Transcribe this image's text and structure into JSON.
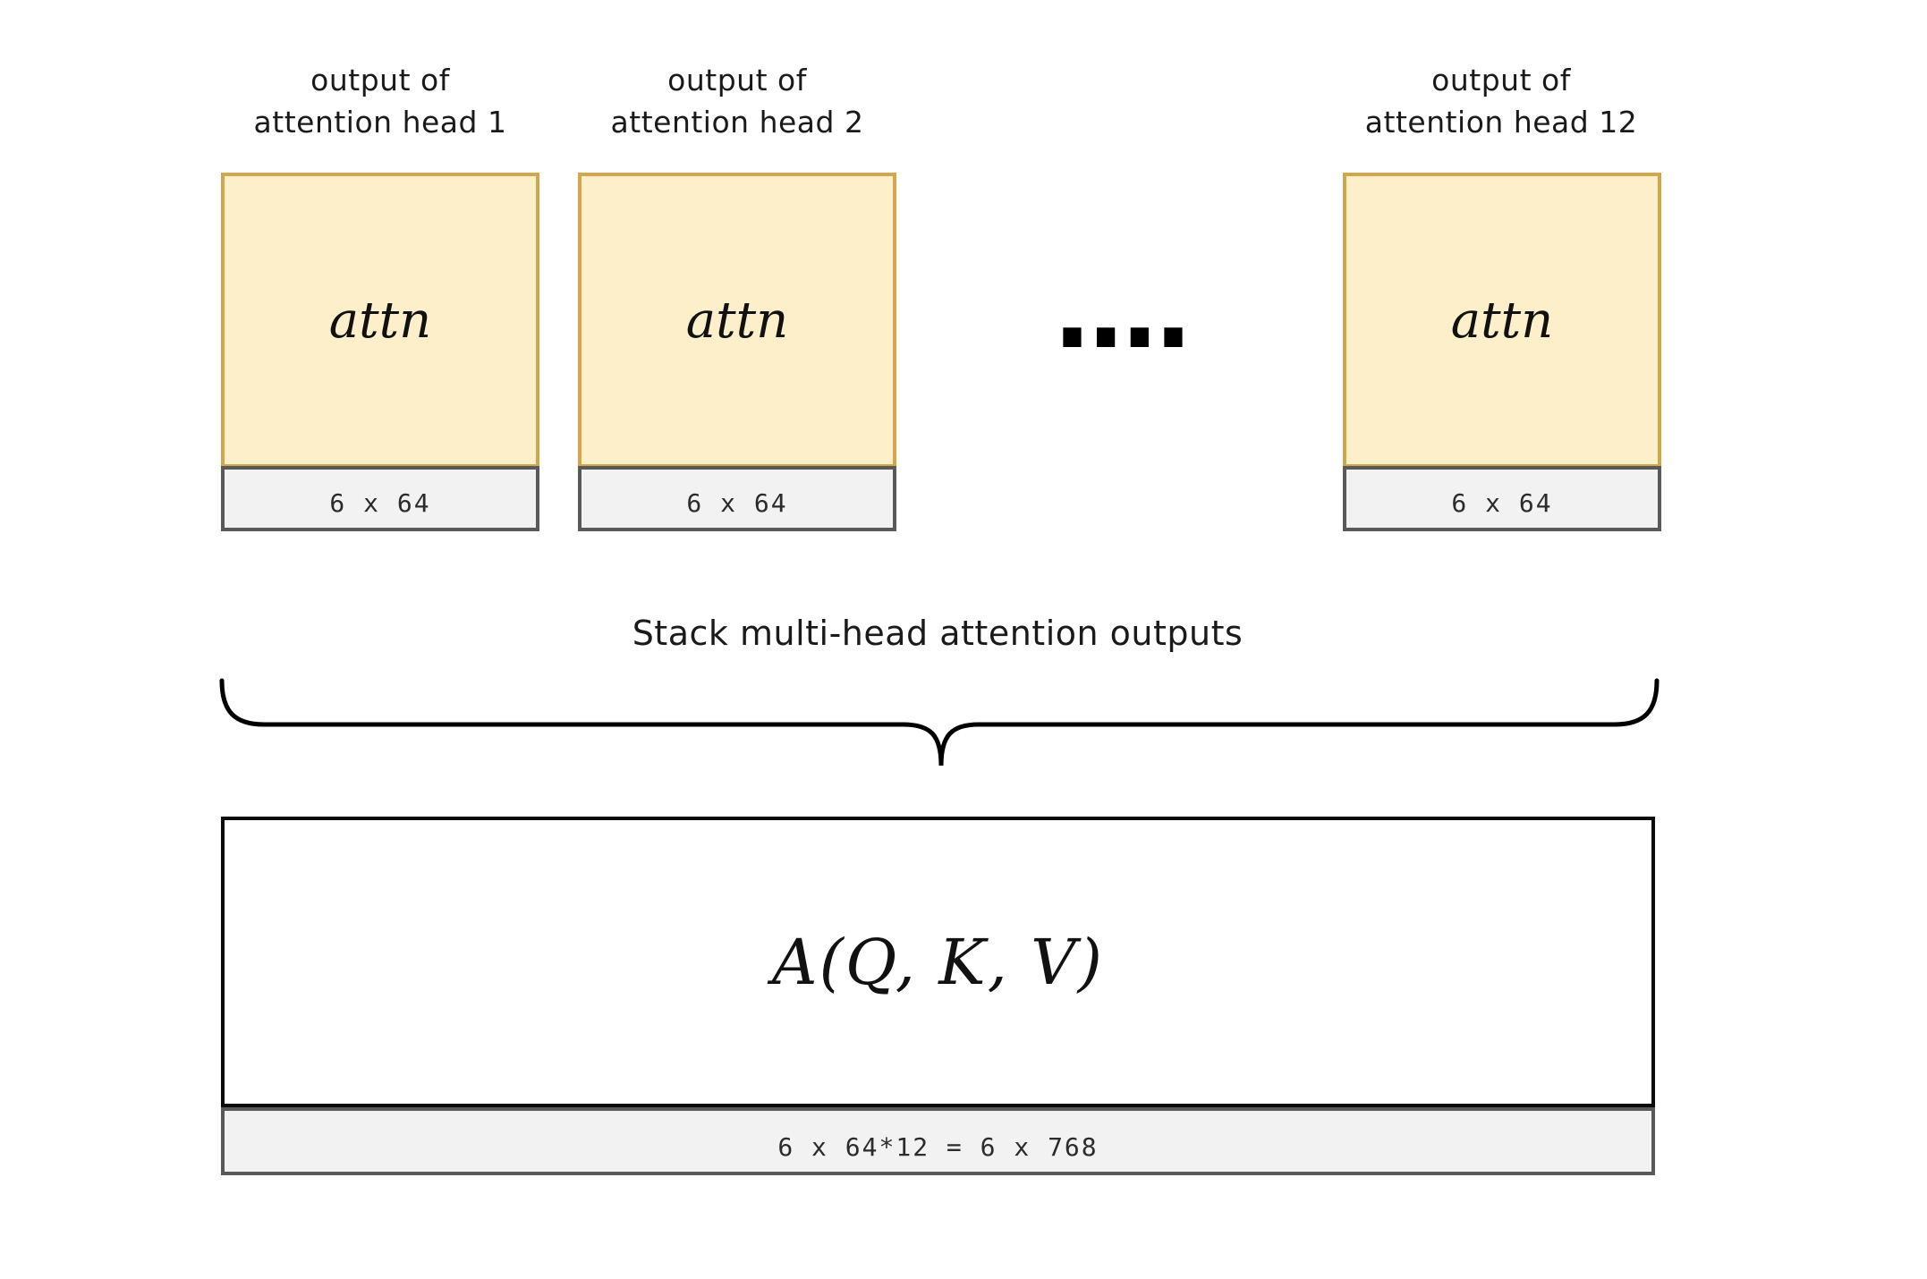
{
  "heads": [
    {
      "line1": "output of",
      "line2": "attention head 1",
      "formula": "attn",
      "dims": "6 x 64"
    },
    {
      "line1": "output of",
      "line2": "attention head 2",
      "formula": "attn",
      "dims": "6 x 64"
    },
    {
      "line1": "output of",
      "line2": "attention head 12",
      "formula": "attn",
      "dims": "6 x 64"
    }
  ],
  "ellipsis": "....",
  "caption": "Stack multi-head attention outputs",
  "stacked": {
    "formula": "A(Q, K, V)",
    "dims": "6 x 64*12 = 6 x 768"
  },
  "colors": {
    "head_box_fill": "#FCEFC9",
    "head_box_border": "#D2A74C",
    "dims_fill": "#F2F2F2",
    "dims_border": "#595959",
    "stacked_border": "#0A0A0A",
    "ink": "#1A1A1A",
    "dims_text": "#2B2B2B"
  }
}
